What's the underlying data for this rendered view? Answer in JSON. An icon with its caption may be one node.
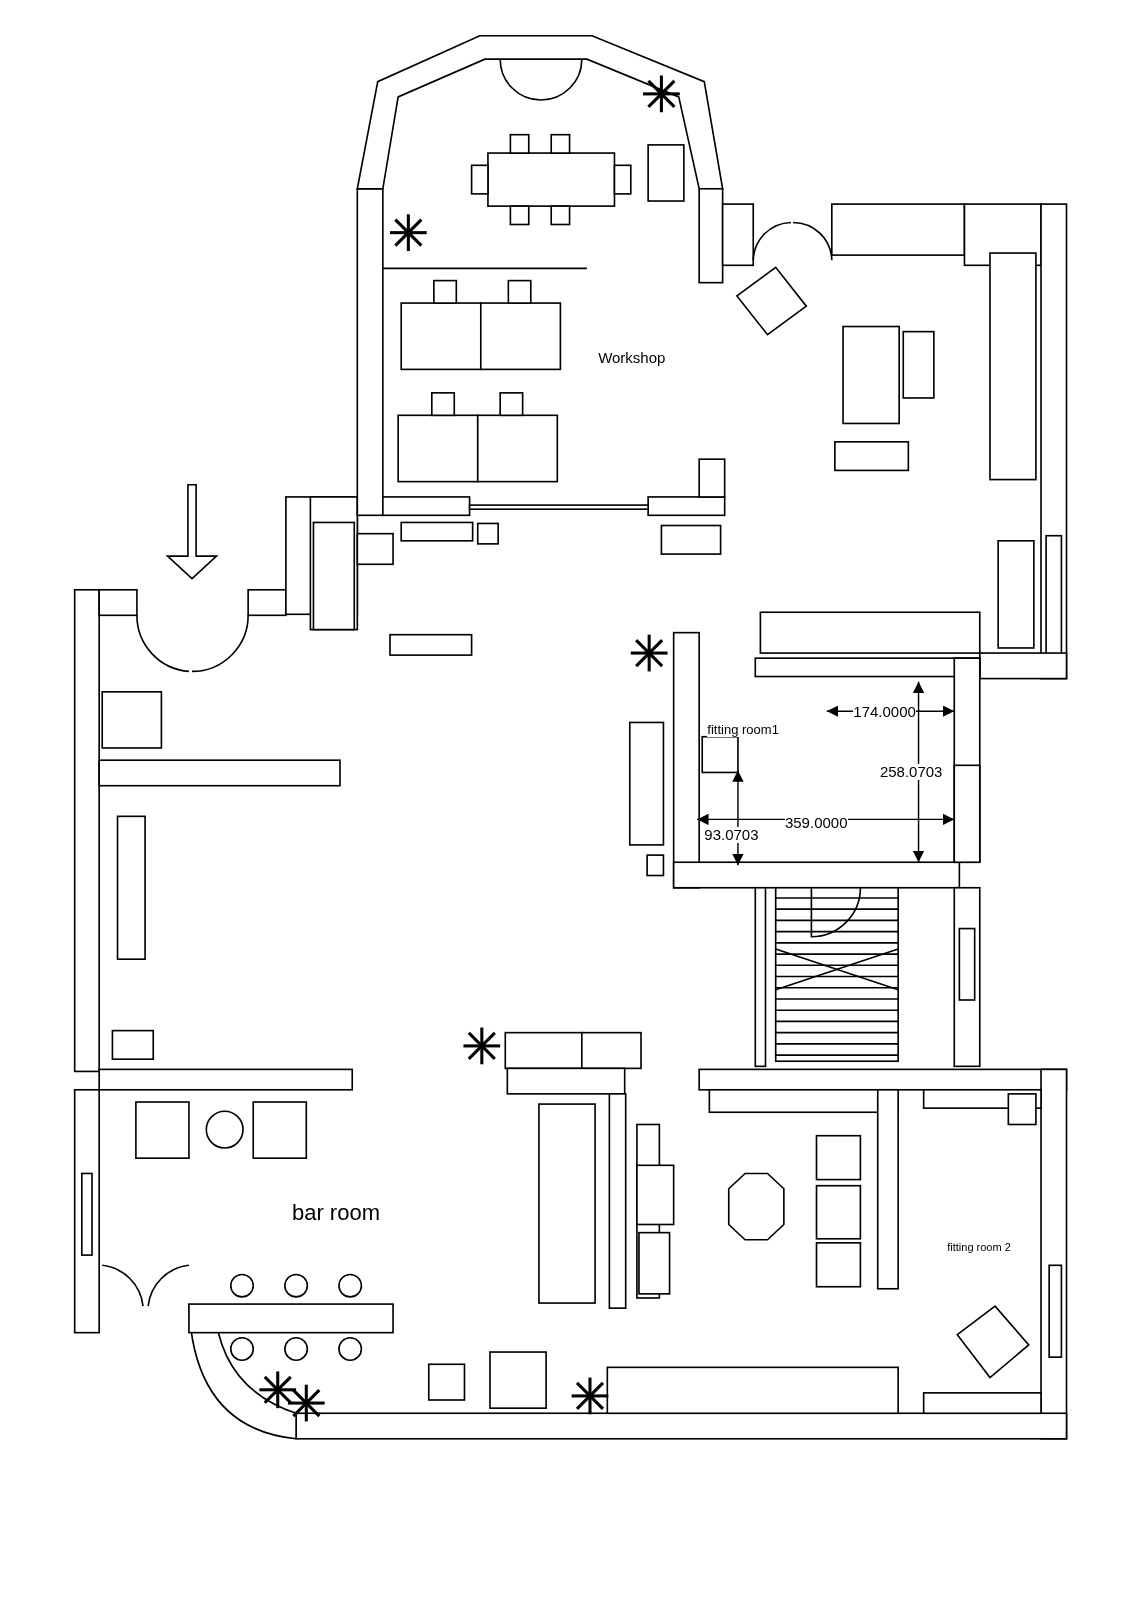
{
  "diagram": {
    "labels": [
      "Workshop",
      "174.0000",
      "fitting room1",
      "258.0703",
      "93.0703",
      "359.0000",
      "bar room",
      "fitting room 2"
    ]
  }
}
